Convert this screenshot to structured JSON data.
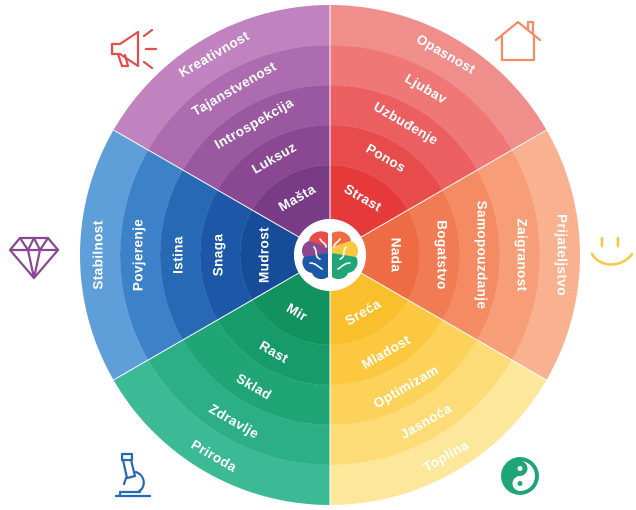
{
  "wheel": {
    "segments": [
      {
        "id": "red",
        "colors": [
          "#f08e8b",
          "#ef7775",
          "#ec5f61",
          "#e84b4c",
          "#e53a39"
        ],
        "words": [
          "Opasnost",
          "Ljubav",
          "Uzbuđenje",
          "Ponos",
          "Strast"
        ]
      },
      {
        "id": "orange",
        "colors": [
          "#f9b18f",
          "#f79e78",
          "#f48b62",
          "#f17b52",
          "#ee6c44"
        ],
        "words": [
          "Prijateljstvo",
          "Zaigranost",
          "Samopouzdanje",
          "Bogatstvo",
          "Nada"
        ]
      },
      {
        "id": "yellow",
        "colors": [
          "#fde79a",
          "#fddc78",
          "#fcd25a",
          "#fbc840",
          "#fabf2c"
        ],
        "words": [
          "Toplina",
          "Jasnoća",
          "Optimizam",
          "Mladost",
          "Sreća"
        ]
      },
      {
        "id": "green",
        "colors": [
          "#3cb995",
          "#2daf86",
          "#20a577",
          "#179b6a",
          "#12925f"
        ],
        "words": [
          "Priroda",
          "Zdravlje",
          "Sklad",
          "Rast",
          "Mir"
        ]
      },
      {
        "id": "blue",
        "colors": [
          "#5e9fd9",
          "#3d82c8",
          "#2769b5",
          "#1c58a7",
          "#174c99"
        ],
        "words": [
          "Stabilnost",
          "Povjerenje",
          "Istina",
          "Snaga",
          "Mudrost"
        ]
      },
      {
        "id": "purple",
        "colors": [
          "#c183c0",
          "#ad6cb0",
          "#9a58a0",
          "#8a4893",
          "#7a3b86"
        ],
        "words": [
          "Kreativnost",
          "Tajanstvenost",
          "Introspekcija",
          "Luksuz",
          "Mašta"
        ]
      }
    ]
  },
  "icons": {
    "megaphone": {
      "name": "megaphone-icon",
      "color": "#e84b4c"
    },
    "house": {
      "name": "house-icon",
      "color": "#f48b62"
    },
    "smiley": {
      "name": "smiley-icon",
      "color": "#fbc840"
    },
    "yin_yang": {
      "name": "yin-yang-icon",
      "color": "#20a577"
    },
    "microscope": {
      "name": "microscope-icon",
      "color": "#2769b5"
    },
    "diamond": {
      "name": "diamond-icon",
      "color": "#8a4893"
    },
    "brain": {
      "name": "brain-icon"
    }
  }
}
